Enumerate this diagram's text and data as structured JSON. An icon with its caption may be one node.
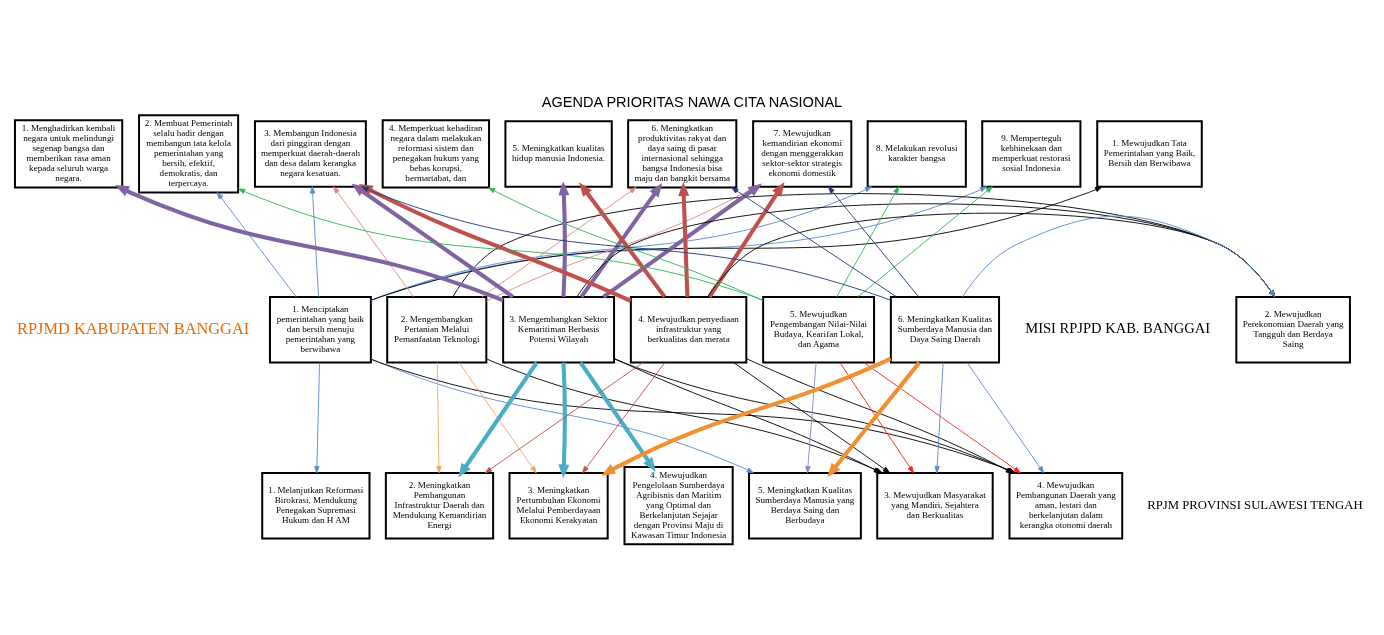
{
  "diagram": {
    "title": "AGENDA PRIORITAS NAWA CITA NASIONAL",
    "nodes": [
      {
        "text": [
          "1. Menghadirkan kembali negara untuk melindungi segenap bangsa dan memberikan rasa aman kepada seluruh warga negara."
        ]
      },
      {
        "text": [
          "2. Membuat Pemerintah selalu hadir dengan membangun tata kelola pemerintahan yang bersih, efektif, demokratis, dan terpercaya."
        ]
      },
      {
        "text": [
          "3. Membangun Indonesia dari pinggiran dengan memperkuat daerah-daerah dan desa dalam kerangka negara kesatuan."
        ]
      },
      {
        "text": [
          "4. Memperkuat kehadiran negara dalam melakukan reformasi sistem dan penegakan hukum yang bebas korupsi, bermartabat, dan"
        ]
      },
      {
        "text": [
          "5. Meningkatkan kualitas hidup manusia Indonesia."
        ]
      },
      {
        "text": [
          "6. Meningkatkan produktivitas rakyat dan daya saing di pasar internasional sehingga bangsa Indonesia bisa maju dan bangkit bersama"
        ]
      },
      {
        "text": [
          "7. Mewujudkan kemandirian ekonomi dengan menggerakkan sektor-sektor strategis ekonomi domestik"
        ]
      },
      {
        "text": [
          "8. Melakukan revolusi karakter bangsa"
        ]
      },
      {
        "text": [
          "9. Memperteguh kebhinekaan dan memperkuat restorasi sosial Indonesia"
        ]
      },
      {
        "text": [
          "1. Menciptakan pemerintahan yang baik dan bersih menuju pemerintahan yang berwibawa"
        ]
      },
      {
        "text": [
          "2. Mengembangkan Pertanian Melalui Pemanfaatan Teknologi"
        ]
      },
      {
        "text": [
          "3. Mengembangkan Sektor Kemaritiman Berbasis Potensi Wilayah"
        ]
      },
      {
        "text": [
          "4. Mewujudkan penyediaan infrastruktur yang berkualitas dan merata"
        ]
      },
      {
        "text": [
          "5. Mewujudkan Pengembangan Nilai-Nilai Budaya, Kearifan Lokal, dan Agama"
        ]
      },
      {
        "text": [
          "6. Meningkatkan Kualitas Sumberdaya Manusia dan Daya Saing Daerah"
        ]
      },
      {
        "text": [
          "1. Melanjutkan Reformasi Birokrasi, Mendukung Penegakan Supremasi Hukum dan H AM"
        ]
      },
      {
        "text": [
          "2. Meningkatkan Pembangunan Infrastruktur Daerah dan Mendukung Kemandirian Energi"
        ]
      },
      {
        "text": [
          "3. Meningkatkan Pertumbuhan Ekonomi Melalui Pemberdayaan Ekonomi Kerakyatan"
        ]
      },
      {
        "text": [
          "4. Mewujudkan Pengelolaan Sumberdaya Agribisnis dan Maritim yang Optimal dan Berkelanjutan Sejajar dengan Provinsi Maju di Kawasan Timur Indonesia"
        ]
      },
      {
        "text": [
          "5. Meningkatkan Kualitas Sumberdaya Manusia yang Berdaya Saing dan Berbudaya"
        ]
      },
      {
        "text": [
          "1. Mewujudkan Tata Pemerintahan yang Baik, Bersih dan Berwibawa"
        ]
      },
      {
        "text": [
          "2. Mewujudkan Perekonomian Daerah yang Tangguh dan Berdaya Saing"
        ]
      },
      {
        "text": [
          "3. Mewujudkan Masyarakat yang Mandiri, Sejahtera dan Berkualitas"
        ]
      },
      {
        "text": [
          "4. Mewujudkan Pembangunan Daerah yang aman, lestari dan berkelanjutan dalam kerangka otonomi daerah"
        ]
      }
    ],
    "edges": [
      {
        "from": 9,
        "to": 1,
        "arrow": "to",
        "color": "#5b8bd0"
      },
      {
        "from": 9,
        "to": 2,
        "arrow": "to",
        "color": "#5b8bd0"
      },
      {
        "from": 9,
        "to": 7,
        "arrow": "to",
        "color": "#5b8bd0"
      },
      {
        "from": 9,
        "to": 8,
        "arrow": "to",
        "color": "#5b8bd0"
      },
      {
        "from": 9,
        "to": 20,
        "arrow": "to"
      },
      {
        "from": 9,
        "to": 23,
        "arrow": "to"
      },
      {
        "from": 9,
        "to": 15,
        "arrow": "to",
        "color": "#5b8bd0"
      },
      {
        "from": 9,
        "to": 19,
        "arrow": "to",
        "color": "#5b8bd0"
      },
      {
        "from": 10,
        "to": 2,
        "arrow": "to",
        "color": "#e08a80"
      },
      {
        "from": 10,
        "to": 5,
        "arrow": "to",
        "color": "#e08a80"
      },
      {
        "from": 10,
        "to": 6,
        "arrow": "to",
        "color": "#e08a80"
      },
      {
        "from": 10,
        "to": 16,
        "arrow": "to",
        "color": "#f4a460"
      },
      {
        "from": 10,
        "to": 17,
        "arrow": "to",
        "color": "#f4a460"
      },
      {
        "from": 10,
        "to": 21,
        "arrow": "to"
      },
      {
        "from": 10,
        "to": 22,
        "arrow": "to"
      },
      {
        "from": 11,
        "to": 0,
        "arrow": "to",
        "style": "thick",
        "color": "#8064a2"
      },
      {
        "from": 11,
        "to": 2,
        "arrow": "to",
        "style": "thick",
        "color": "#8064a2"
      },
      {
        "from": 11,
        "to": 4,
        "arrow": "to",
        "style": "thick",
        "color": "#8064a2"
      },
      {
        "from": 11,
        "to": 5,
        "arrow": "to",
        "style": "thick",
        "color": "#8064a2"
      },
      {
        "from": 11,
        "to": 6,
        "arrow": "to",
        "style": "thick",
        "color": "#8064a2"
      },
      {
        "from": 11,
        "to": 16,
        "arrow": "to",
        "style": "thick",
        "color": "#4bacc6"
      },
      {
        "from": 11,
        "to": 17,
        "arrow": "to",
        "style": "thick",
        "color": "#4bacc6"
      },
      {
        "from": 11,
        "to": 18,
        "arrow": "to",
        "style": "thick",
        "color": "#4bacc6"
      },
      {
        "from": 11,
        "to": 21,
        "arrow": "to"
      },
      {
        "from": 11,
        "to": 22,
        "arrow": "to"
      },
      {
        "from": 11,
        "to": 23,
        "arrow": "to"
      },
      {
        "from": 12,
        "to": 2,
        "arrow": "to",
        "style": "thick",
        "color": "#c0504d"
      },
      {
        "from": 12,
        "to": 4,
        "arrow": "to",
        "style": "thick",
        "color": "#c0504d"
      },
      {
        "from": 12,
        "to": 5,
        "arrow": "to",
        "style": "thick",
        "color": "#c0504d"
      },
      {
        "from": 12,
        "to": 6,
        "arrow": "to",
        "style": "thick",
        "color": "#c0504d"
      },
      {
        "from": 12,
        "to": 16,
        "arrow": "to",
        "color": "#c0504d"
      },
      {
        "from": 12,
        "to": 17,
        "arrow": "to",
        "color": "#c0504d"
      },
      {
        "from": 12,
        "to": 21,
        "arrow": "to"
      },
      {
        "from": 12,
        "to": 22,
        "arrow": "to"
      },
      {
        "from": 12,
        "to": 23,
        "arrow": "to"
      },
      {
        "from": 13,
        "to": 1,
        "arrow": "to",
        "color": "#33b35a"
      },
      {
        "from": 13,
        "to": 3,
        "arrow": "to",
        "color": "#33b35a"
      },
      {
        "from": 13,
        "to": 7,
        "arrow": "to",
        "color": "#33b35a"
      },
      {
        "from": 13,
        "to": 8,
        "arrow": "to",
        "color": "#33b35a"
      },
      {
        "from": 13,
        "to": 19,
        "arrow": "to",
        "color": "#9b7fc0"
      },
      {
        "from": 13,
        "to": 22,
        "arrow": "to",
        "color": "#ff2020"
      },
      {
        "from": 13,
        "to": 23,
        "arrow": "to",
        "color": "#ff2020"
      },
      {
        "from": 14,
        "to": 2,
        "arrow": "to",
        "color": "#1f3a7a"
      },
      {
        "from": 14,
        "to": 5,
        "arrow": "to",
        "color": "#1f3a7a"
      },
      {
        "from": 14,
        "to": 6,
        "arrow": "to",
        "color": "#1f3a7a"
      },
      {
        "from": 14,
        "to": 17,
        "arrow": "to",
        "style": "thick",
        "color": "#f09030"
      },
      {
        "from": 14,
        "to": 19,
        "arrow": "to",
        "style": "thick",
        "color": "#f09030"
      },
      {
        "from": 14,
        "to": 21,
        "arrow": "to",
        "color": "#5b8bd0"
      },
      {
        "from": 14,
        "to": 22,
        "arrow": "to",
        "color": "#5b8bd0"
      },
      {
        "from": 14,
        "to": 23,
        "arrow": "to",
        "color": "#5b8bd0"
      }
    ],
    "labels": [
      "RPJMD KABUPATEN BANGGAI",
      "MISI RPJPD KAB. BANGGAI",
      "RPJM PROVINSI SULAWESI TENGAH"
    ]
  }
}
